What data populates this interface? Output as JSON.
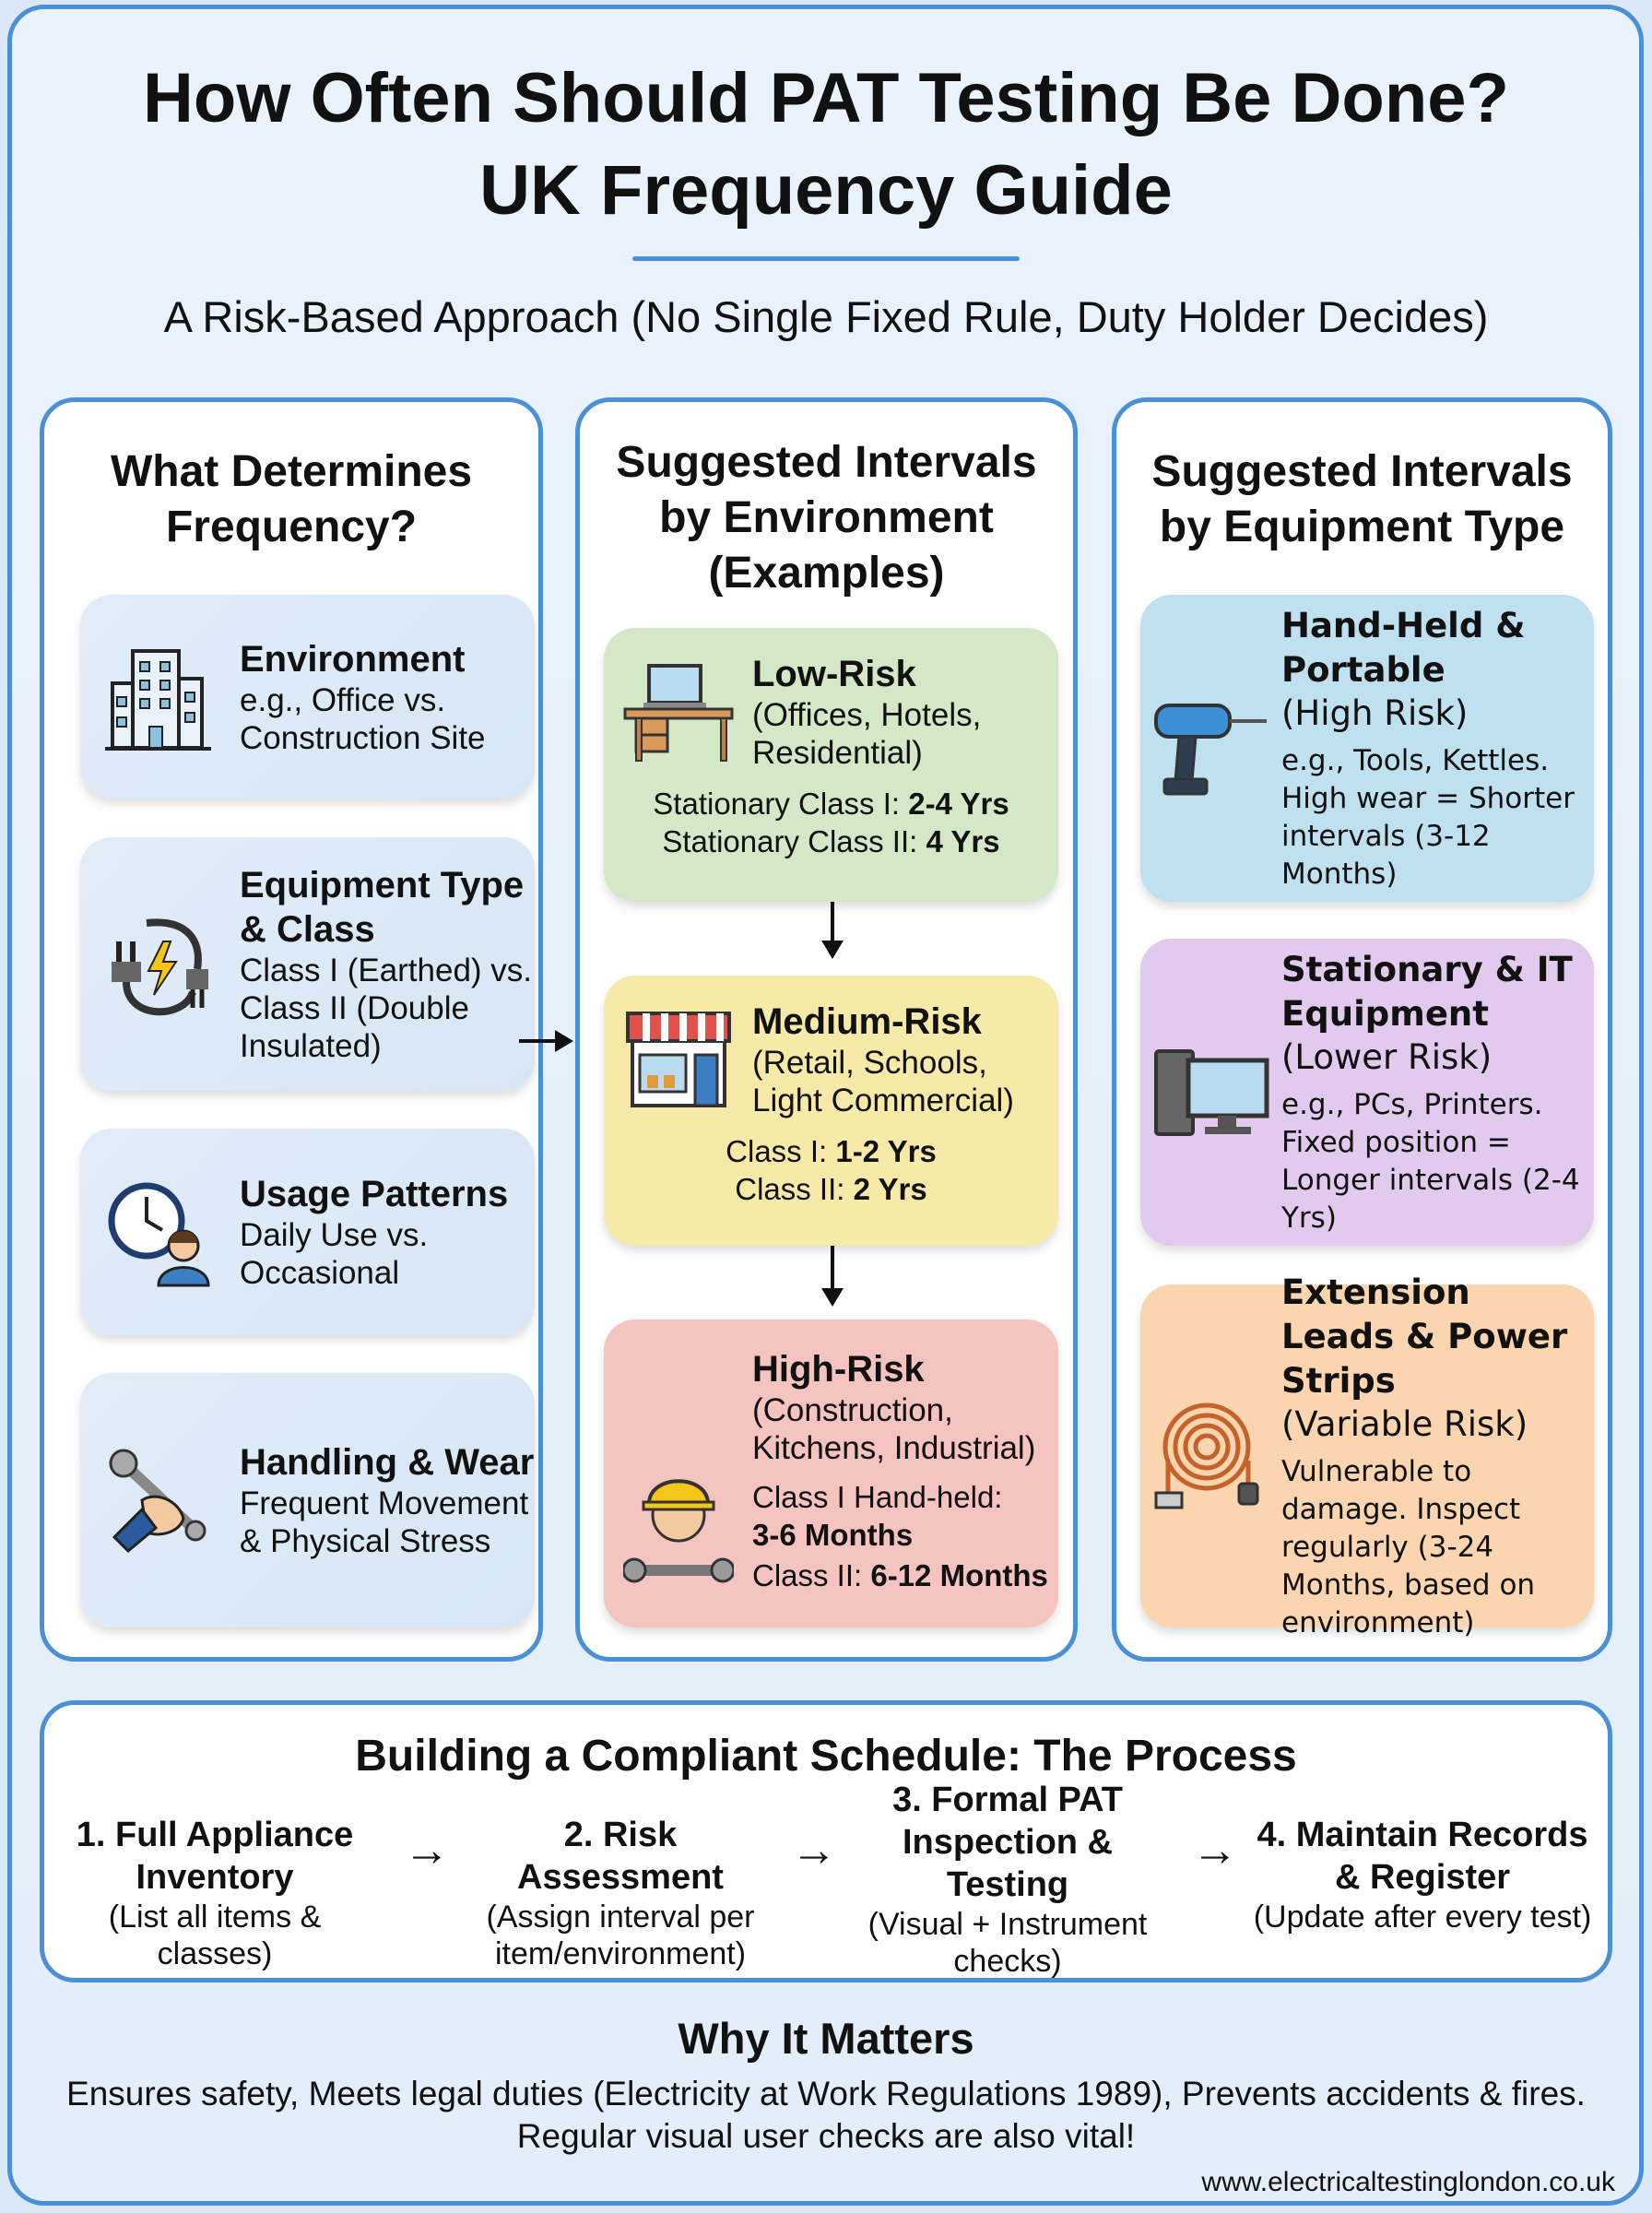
{
  "title": {
    "line1": "How Often Should PAT Testing Be Done?",
    "line2": "UK Frequency Guide"
  },
  "subtitle": "A Risk-Based Approach (No Single Fixed Rule, Duty Holder Decides)",
  "colors": {
    "accent": "#4a90d9",
    "low": "#d4e8c8",
    "medium": "#f7eaa8",
    "high": "#f5c3c0",
    "handheld": "#bfe0ee",
    "stationary": "#e2caee",
    "extension": "#fad5b0"
  },
  "left": {
    "heading1": "What Determines",
    "heading2": "Frequency?",
    "items": [
      {
        "title": "Environment",
        "text": "e.g., Office vs. Construction Site",
        "icon": "building-icon"
      },
      {
        "title": "Equipment Type & Class",
        "text": "Class I (Earthed) vs. Class II (Double Insulated)",
        "icon": "plug-lightning-icon"
      },
      {
        "title": "Usage Patterns",
        "text": "Daily Use vs. Occasional",
        "icon": "clock-person-icon"
      },
      {
        "title": "Handling & Wear",
        "text": "Frequent Movement & Physical Stress",
        "icon": "hand-wrench-icon"
      }
    ]
  },
  "middle": {
    "heading1": "Suggested Intervals",
    "heading2": "by Environment",
    "heading3": "(Examples)",
    "items": [
      {
        "title": "Low-Risk",
        "sub": "(Offices, Hotels, Residential)",
        "l1a": "Stationary Class I: ",
        "l1b": "2-4 Yrs",
        "l2a": "Stationary Class II: ",
        "l2b": "4 Yrs",
        "icon": "desk-laptop-icon"
      },
      {
        "title": "Medium-Risk",
        "sub": "(Retail, Schools, Light Commercial)",
        "l1a": "Class I: ",
        "l1b": "1-2 Yrs",
        "l2a": "Class II: ",
        "l2b": "2 Yrs",
        "icon": "shop-icon"
      },
      {
        "title": "High-Risk",
        "sub": "(Construction, Kitchens, Industrial)",
        "l1a": "Class I Hand-held:",
        "l1b": "3-6 Months",
        "l2a": "Class II: ",
        "l2b": "6-12 Months",
        "icon": "worker-icon"
      }
    ]
  },
  "right": {
    "heading1": "Suggested Intervals",
    "heading2": "by Equipment Type",
    "items": [
      {
        "title": "Hand-Held & Portable",
        "risk": "(High Risk)",
        "text": "e.g., Tools, Kettles. High wear = Shorter intervals (3-12 Months)",
        "icon": "drill-icon"
      },
      {
        "title": "Stationary & IT Equipment",
        "risk": "(Lower Risk)",
        "text": "e.g., PCs, Printers. Fixed position = Longer intervals (2-4 Yrs)",
        "icon": "computer-icon"
      },
      {
        "title": "Extension Leads & Power Strips",
        "risk": "(Variable Risk)",
        "text": "Vulnerable to damage. Inspect regularly (3-24 Months, based on environment)",
        "icon": "cable-reel-icon"
      }
    ]
  },
  "process": {
    "title": "Building a Compliant Schedule: The Process",
    "steps": [
      {
        "title": "1. Full Appliance Inventory",
        "text": "(List all items & classes)"
      },
      {
        "title": "2. Risk Assessment",
        "text": "(Assign interval per item/environment)"
      },
      {
        "title": "3. Formal PAT Inspection & Testing",
        "text": "(Visual + Instrument checks)"
      },
      {
        "title": "4. Maintain Records & Register",
        "text": "(Update after every test)"
      }
    ]
  },
  "why": {
    "title": "Why It Matters",
    "line1": "Ensures safety, Meets legal duties (Electricity at Work Regulations 1989), Prevents accidents & fires.",
    "line2": "Regular visual user checks are also vital!"
  },
  "url": "www.electricaltestinglondon.co.uk"
}
